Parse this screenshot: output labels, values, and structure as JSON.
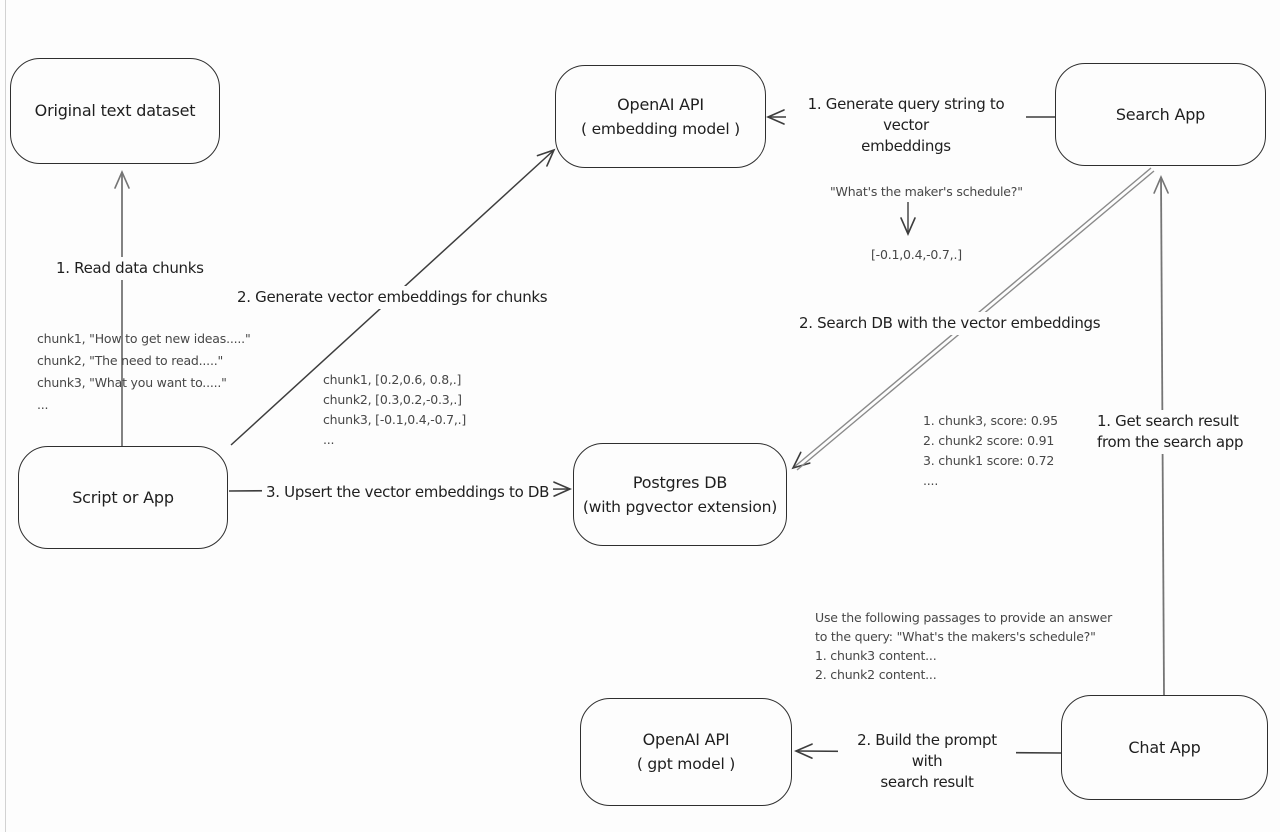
{
  "colors": {
    "background": "#fdfdfd",
    "ink": "#2f2f2f",
    "line_dark": "#3d3d3d",
    "line_gray": "#757575",
    "annotation_text": "#474747"
  },
  "diagram": {
    "boxes": {
      "original_dataset": {
        "title": "Original text dataset"
      },
      "openai_embedding": {
        "title": "OpenAI API",
        "subtitle": "( embedding model )"
      },
      "search_app": {
        "title": "Search App"
      },
      "script_or_app": {
        "title": "Script or App"
      },
      "postgres_db": {
        "title": "Postgres DB",
        "subtitle": "(with pgvector extension)"
      },
      "openai_gpt": {
        "title": "OpenAI API",
        "subtitle": "( gpt model )"
      },
      "chat_app": {
        "title": "Chat App"
      }
    },
    "labels": {
      "read_chunks": "1. Read data chunks",
      "generate_embeddings": "2. Generate vector embeddings for chunks",
      "upsert": "3. Upsert the vector embeddings to DB",
      "query_to_vector_line1": "1. Generate query string to vector",
      "query_to_vector_line2": "embeddings",
      "search_db": "2. Search DB with the vector embeddings",
      "get_result_line1": "1. Get search result",
      "get_result_line2": "from the search app",
      "build_prompt_line1": "2. Build the prompt with",
      "build_prompt_line2": "search result"
    },
    "annotations": {
      "chunks": [
        "chunk1, \"How to get new ideas.....\"",
        "chunk2, \"The need to read.....\"",
        "chunk3, \"What you want to.....\"",
        "..."
      ],
      "embeddings": [
        "chunk1, [0.2,0.6, 0.8,.]",
        "chunk2, [0.3,0.2,-0.3,.]",
        "chunk3, [-0.1,0.4,-0.7,.]",
        "..."
      ],
      "query": "\"What's the maker's schedule?\"",
      "query_vector": "[-0.1,0.4,-0.7,.]",
      "scores": [
        "1. chunk3, score: 0.95",
        "2. chunk2 score: 0.91",
        "3. chunk1 score: 0.72",
        "...."
      ],
      "prompt": [
        "Use the following passages to provide an answer",
        "to the query: \"What's the makers's schedule?\"",
        "1. chunk3 content...",
        "2. chunk2 content..."
      ]
    }
  }
}
